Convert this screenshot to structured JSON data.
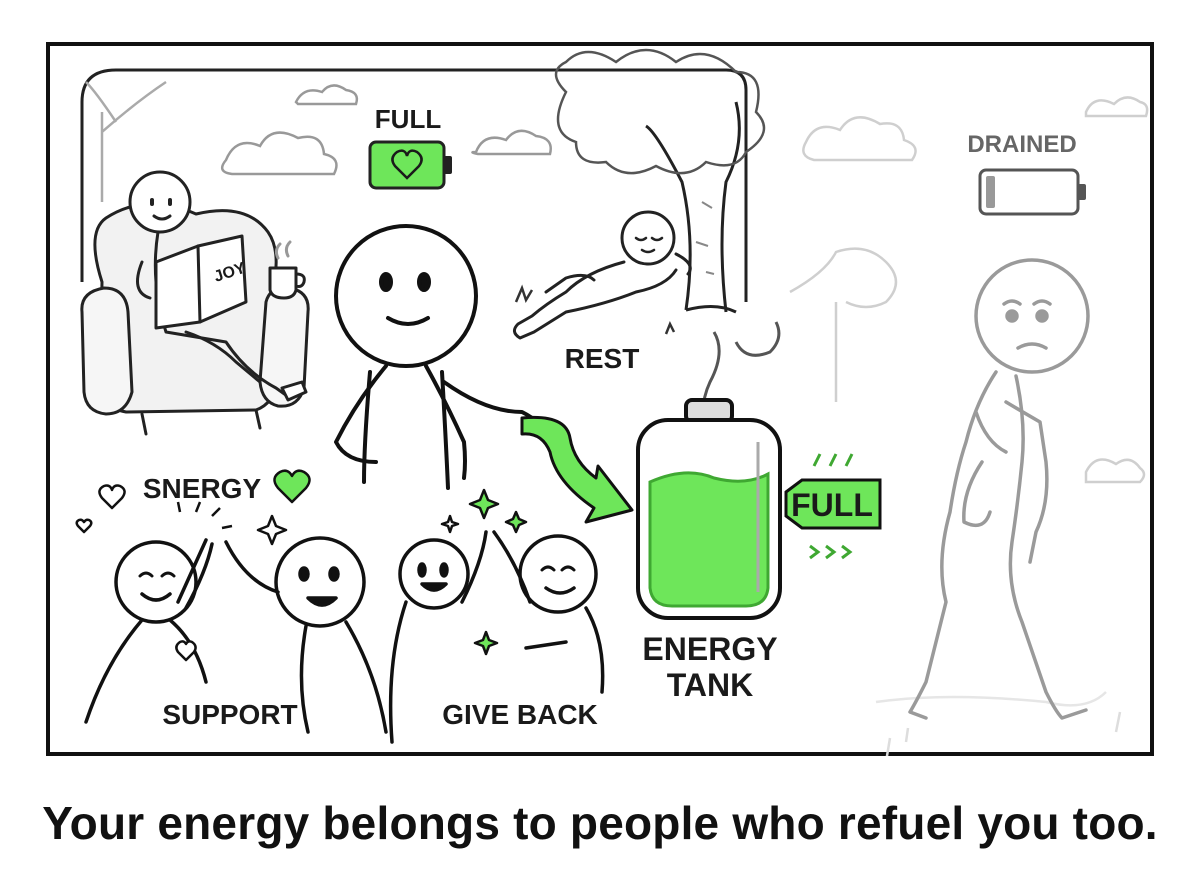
{
  "labels": {
    "full_top": "FULL",
    "drained": "DRAINED",
    "book": "JOY",
    "rest": "REST",
    "energy": "SNERGY",
    "energy_tank_line1": "ENERGY",
    "energy_tank_line2": "TANK",
    "full_tank": "FULL",
    "support": "SUPPORT",
    "give_back": "GIVE BACK"
  },
  "battery_full": {
    "level": 1.0
  },
  "battery_drained": {
    "level": 0.1
  },
  "energy_tank": {
    "level": 0.8
  },
  "colors": {
    "accent_green": "#6ee65a",
    "dark_green": "#3fa832",
    "ink": "#1a1a1a",
    "faded": "#9a9a9a"
  },
  "caption": "Your energy belongs to people who refuel you too."
}
